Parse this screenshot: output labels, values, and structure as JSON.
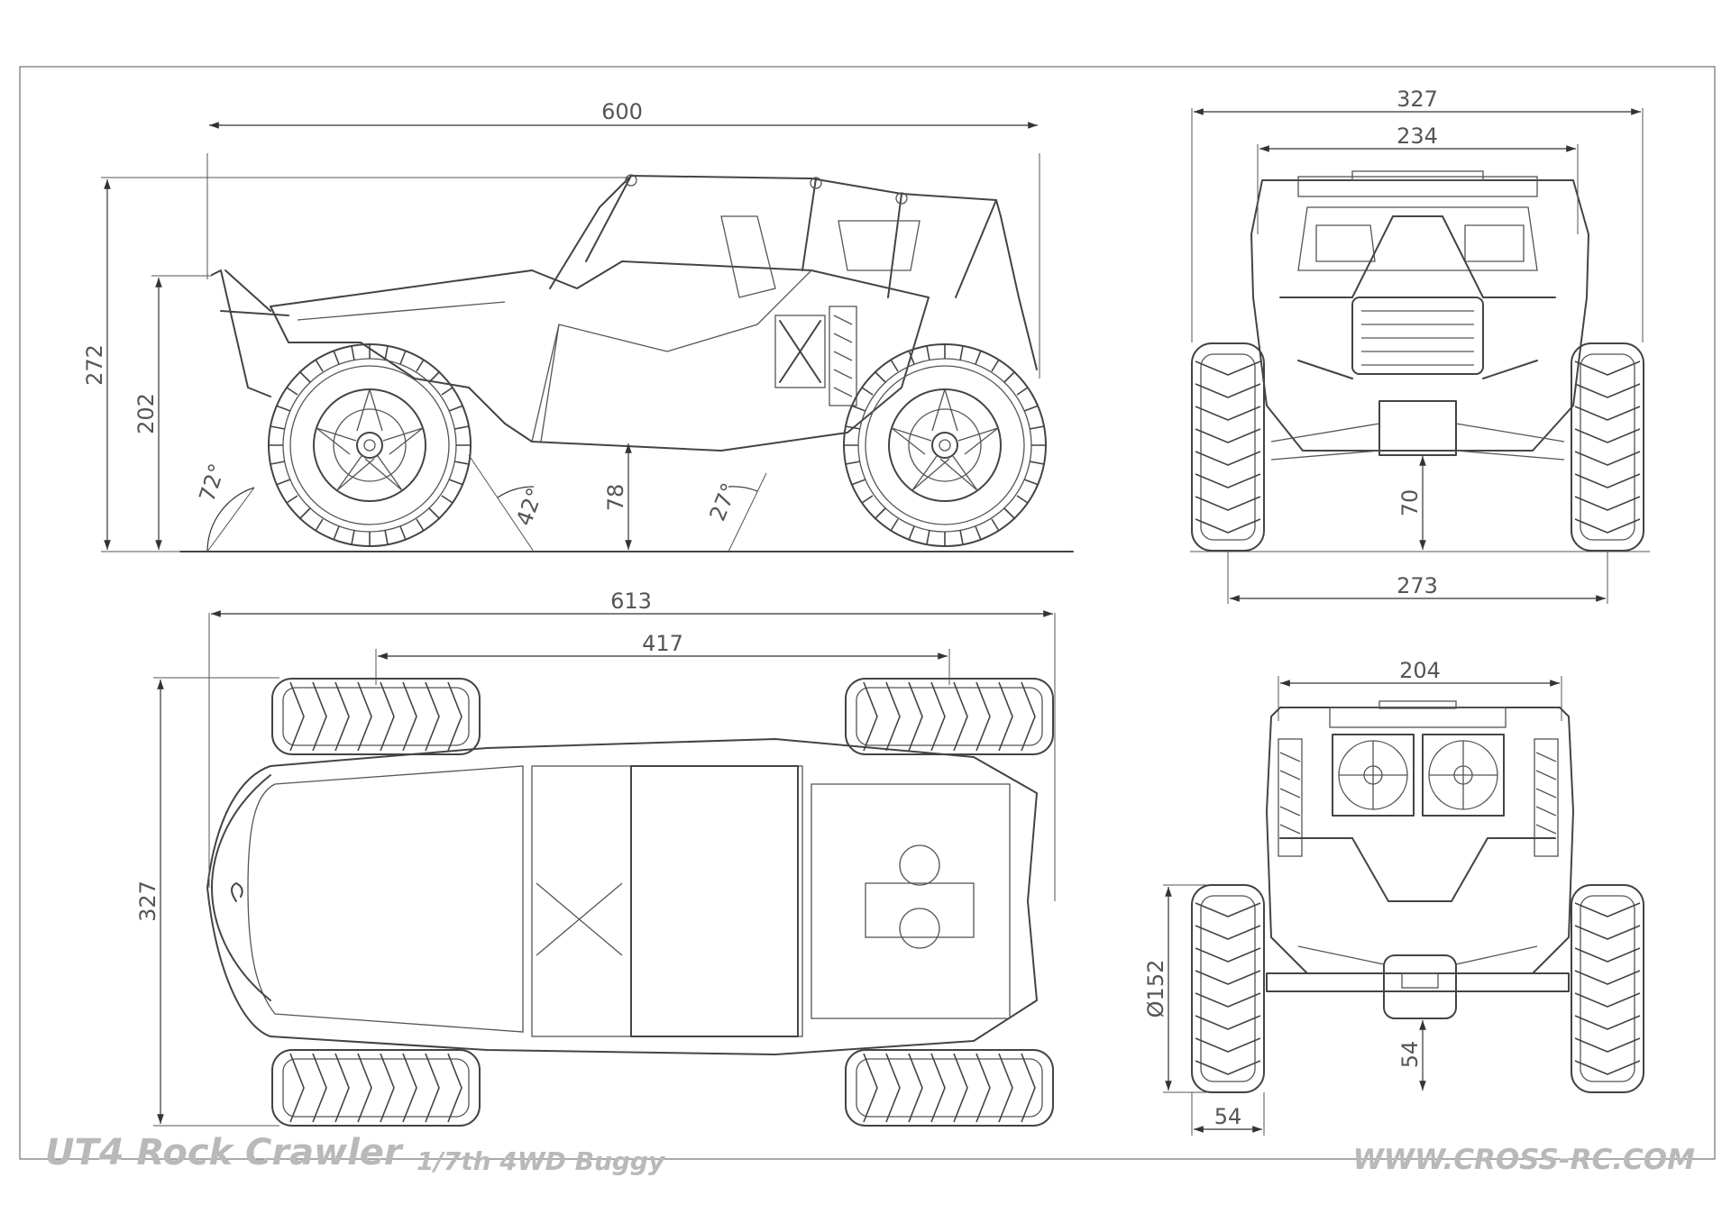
{
  "footer": {
    "title": "UT4 Rock Crawler",
    "subtitle": "1/7th 4WD Buggy",
    "url": "WWW.CROSS-RC.COM"
  },
  "side_view": {
    "length": "600",
    "height_total": "272",
    "height_body": "202",
    "ground_clearance": "78",
    "approach_angle": "72°",
    "breakover_angle": "42°",
    "departure_angle": "27°"
  },
  "front_view": {
    "width_total": "327",
    "width_cage": "234",
    "track_width": "273",
    "ground_clearance": "70"
  },
  "top_view": {
    "length": "613",
    "wheelbase": "417",
    "width": "327"
  },
  "rear_view": {
    "width_cage": "204",
    "tire_diameter": "Ø152",
    "tire_width": "54",
    "axle_clearance": "54"
  },
  "colors": {
    "line": "#444444",
    "footer_text": "#b9b9b9"
  }
}
